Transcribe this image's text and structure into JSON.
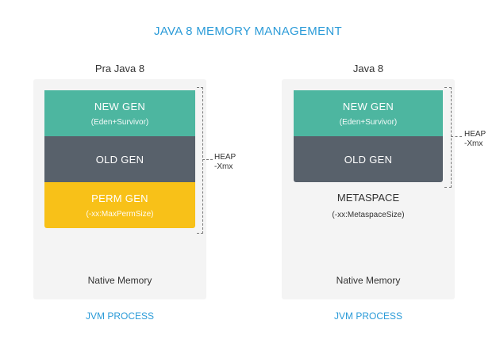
{
  "title": "JAVA 8 MEMORY MANAGEMENT",
  "left": {
    "label": "Pra Java 8",
    "new_gen": {
      "name": "NEW GEN",
      "sub": "(Eden+Survivor)"
    },
    "old_gen": {
      "name": "OLD GEN"
    },
    "perm_gen": {
      "name": "PERM GEN",
      "sub": "(-xx:MaxPermSize)"
    },
    "heap_line1": "HEAP",
    "heap_line2": "-Xmx",
    "native": "Native Memory",
    "process": "JVM PROCESS"
  },
  "right": {
    "label": "Java 8",
    "new_gen": {
      "name": "NEW GEN",
      "sub": "(Eden+Survivor)"
    },
    "old_gen": {
      "name": "OLD GEN"
    },
    "metaspace": {
      "name": "METASPACE",
      "sub": "(-xx:MetaspaceSize)"
    },
    "heap_line1": "HEAP",
    "heap_line2": "-Xmx",
    "native": "Native Memory",
    "process": "JVM PROCESS"
  },
  "colors": {
    "new_gen": "#4db6a0",
    "old_gen": "#58616b",
    "perm_gen": "#f8c118",
    "accent": "#2b9bd8",
    "panel": "#f4f4f4"
  }
}
